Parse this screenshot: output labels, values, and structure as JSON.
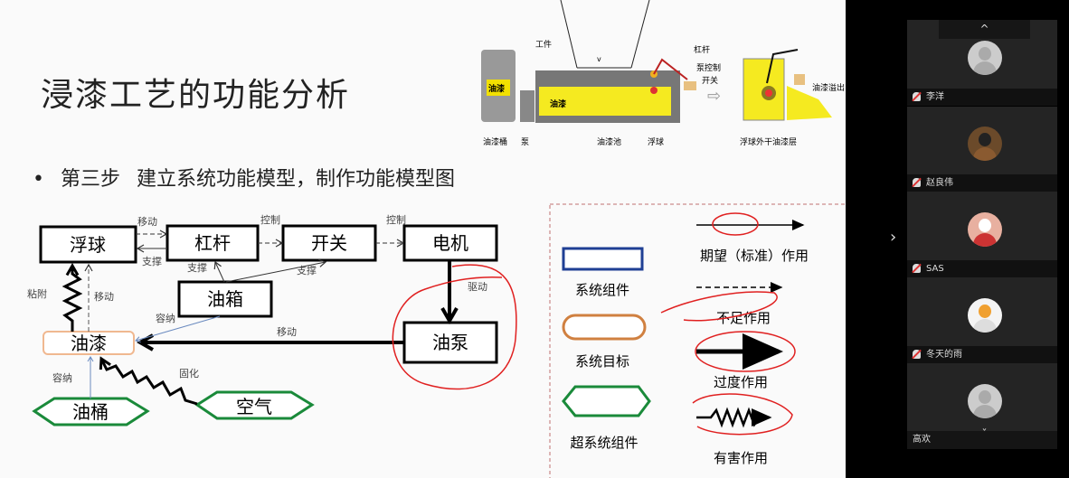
{
  "slide": {
    "title": "浸漆工艺的功能分析",
    "bullet": {
      "marker": "•",
      "step": "第三步",
      "text": "建立系统功能模型，制作功能模型图"
    },
    "illustration": {
      "labels": [
        "工件",
        "杠杆",
        "泵控制",
        "开关",
        "油漆",
        "油漆",
        "油漆桶",
        "泵",
        "油漆池",
        "浮球",
        "浮球外干油漆层",
        "油漆溢出",
        "v"
      ]
    },
    "diagram": {
      "components": {
        "float": "浮球",
        "lever": "杠杆",
        "switch": "开关",
        "motor": "电机",
        "tank": "油箱",
        "pump": "油泵"
      },
      "target": "油漆",
      "supersystem": {
        "bucket": "油桶",
        "air": "空气"
      },
      "relations": {
        "move1": "移动",
        "support1": "支撑",
        "control1": "控制",
        "control2": "控制",
        "support2": "支撑",
        "support3": "支撑",
        "adhere": "粘附",
        "move2": "移动",
        "contain1": "容纳",
        "drive": "驱动",
        "move3": "移动",
        "contain2": "容纳",
        "cure": "固化"
      }
    },
    "legend": {
      "system_component": "系统组件",
      "system_target": "系统目标",
      "supersystem_component": "超系统组件",
      "expected": "期望（标准）作用",
      "insufficient": "不足作用",
      "excessive": "过度作用",
      "harmful": "有害作用"
    },
    "colors": {
      "component": "#1f3f94",
      "target": "#e0a070",
      "supersystem": "#1a8a3a",
      "annotation": "#e02020"
    }
  },
  "panel": {
    "participants": [
      {
        "name": "李洋",
        "muted": true
      },
      {
        "name": "赵良伟",
        "muted": true
      },
      {
        "name": "SAS",
        "muted": true
      },
      {
        "name": "冬天的雨",
        "muted": true
      },
      {
        "name": "高欢",
        "muted": false
      }
    ],
    "up": "^",
    "down": "ˇ",
    "expand": "›"
  }
}
